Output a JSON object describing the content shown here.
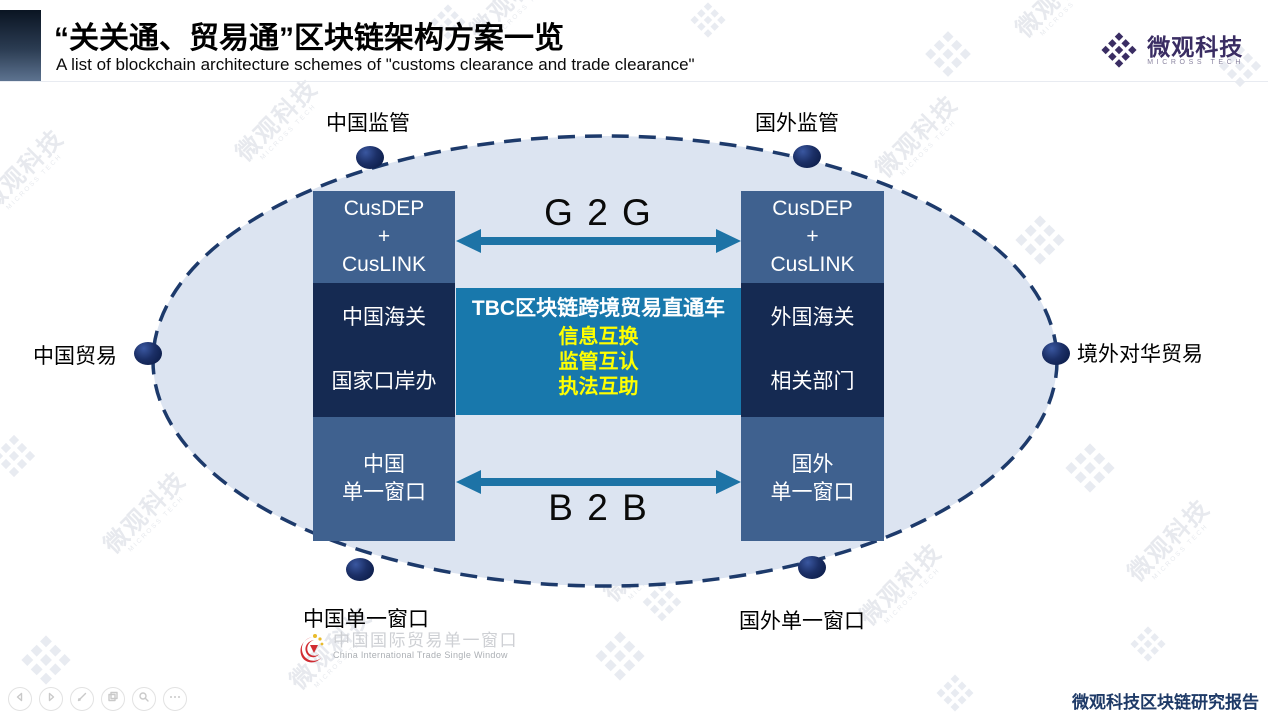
{
  "slide": {
    "title": "“关关通、贸易通”区块链架构方案一览",
    "subtitle": "A list of blockchain architecture schemes of \"customs clearance and trade clearance\"",
    "footer_report": "微观科技区块链研究报告"
  },
  "brand": {
    "logo_text": "微观科技",
    "logo_sub": "MICROSS TECH"
  },
  "watermark": {
    "text": "微观科技",
    "sub": "MICROSS TECH"
  },
  "diagram": {
    "labels": {
      "top_left": "中国监管",
      "top_right": "国外监管",
      "left": "中国贸易",
      "right": "境外对华贸易",
      "bottom_left": "中国单一窗口",
      "bottom_right": "国外单一窗口"
    },
    "left_column": {
      "top": [
        "CusDEP",
        "+",
        "CusLINK"
      ],
      "middle": [
        "中国海关",
        "国家口岸办"
      ],
      "bottom": [
        "中国",
        "单一窗口"
      ]
    },
    "right_column": {
      "top": [
        "CusDEP",
        "+",
        "CusLINK"
      ],
      "middle": [
        "外国海关",
        "相关部门"
      ],
      "bottom": [
        "国外",
        "单一窗口"
      ]
    },
    "center": {
      "title": "TBC区块链跨境贸易直通车",
      "items": [
        "信息互换",
        "监管互认",
        "执法互助"
      ]
    },
    "arrows": {
      "top": "G 2 G",
      "bottom": "B 2 B"
    }
  },
  "citsw": {
    "cn": "中国国际贸易单一窗口",
    "en": "China International Trade Single Window"
  },
  "toolbar": {
    "icons": [
      "back",
      "forward",
      "pen",
      "slides",
      "zoom",
      "more"
    ]
  },
  "colors": {
    "box_slate": "#3f618f",
    "box_navy": "#152a52",
    "box_teal": "#1878ac",
    "arrow_teal": "#1d73a6",
    "highlight_yellow": "#ffff00",
    "ellipse_fill": "#dce4f1",
    "ellipse_border": "#1d3a6b",
    "brand_purple": "#3a2d63",
    "report_navy": "#1e3a67"
  }
}
